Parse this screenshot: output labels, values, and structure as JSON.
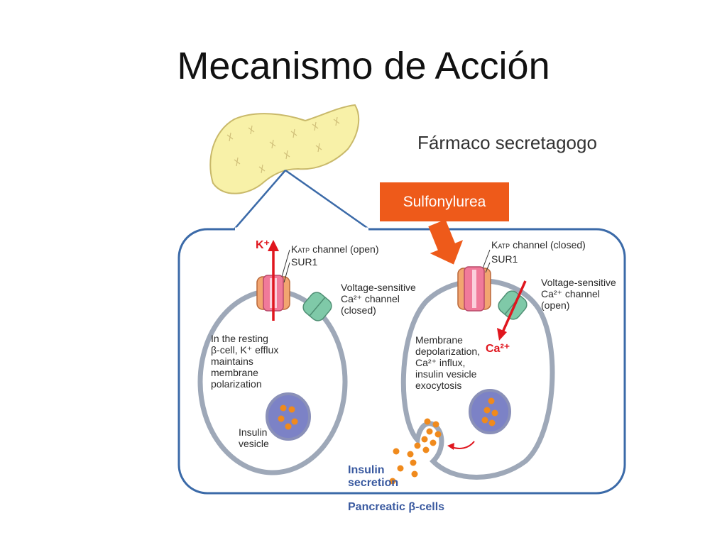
{
  "title": "Mecanismo de Acción",
  "subtitle": "Fármaco secretagogo",
  "drug_label": "Sulfonylurea",
  "colors": {
    "accent": "#ee5a1a",
    "frame": "#3b6aa8",
    "channel_red": "#e0161e",
    "ca_channel": "#7fc9a8",
    "vesicle": "#7c82c6",
    "insulin_dot": "#f08a1c",
    "pancreas": "#f8f1a8"
  },
  "left_cell": {
    "katp_label_1": "K",
    "katp_label_2": "ATP",
    "katp_label_3": " channel (open)",
    "sur1_label": "SUR1",
    "ion_label": "K⁺",
    "ca_channel_lines": [
      "Voltage-sensitive",
      "Ca²⁺ channel",
      "(closed)"
    ],
    "description_lines": [
      "In the resting",
      "β-cell, K⁺ efflux",
      "maintains",
      "membrane",
      "polarization"
    ],
    "vesicle_lines": [
      "Insulin",
      "vesicle"
    ]
  },
  "right_cell": {
    "katp_label_1": "K",
    "katp_label_2": "ATP",
    "katp_label_3": " channel (closed)",
    "sur1_label": "SUR1",
    "ion_label": "Ca²⁺",
    "ca_channel_lines": [
      "Voltage-sensitive",
      "Ca²⁺ channel",
      "(open)"
    ],
    "description_lines": [
      "Membrane",
      "depolarization,",
      "Ca²⁺ influx,",
      "insulin vesicle",
      "exocytosis"
    ]
  },
  "insulin_secretion_lines": [
    "Insulin",
    "secretion"
  ],
  "footer_label": "Pancreatic β-cells"
}
